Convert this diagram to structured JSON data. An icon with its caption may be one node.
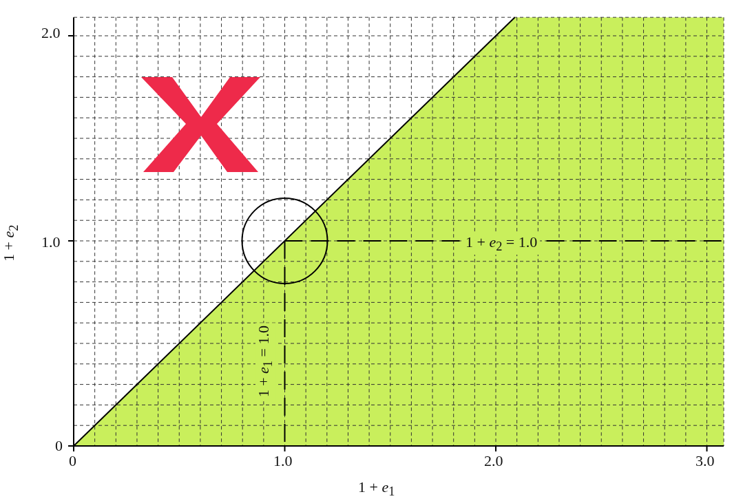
{
  "diagram": {
    "labels": [
      "2.0",
      "1 + *e*$_{2}$",
      "1.0",
      "1 + *e*$_{2}$ = 1.0",
      "1 + *e*$_{1}$ = 1.0",
      "0",
      "0",
      "1.0",
      "2.0",
      "3.0",
      "1 + *e*$_{1}$"
    ]
  }
}
